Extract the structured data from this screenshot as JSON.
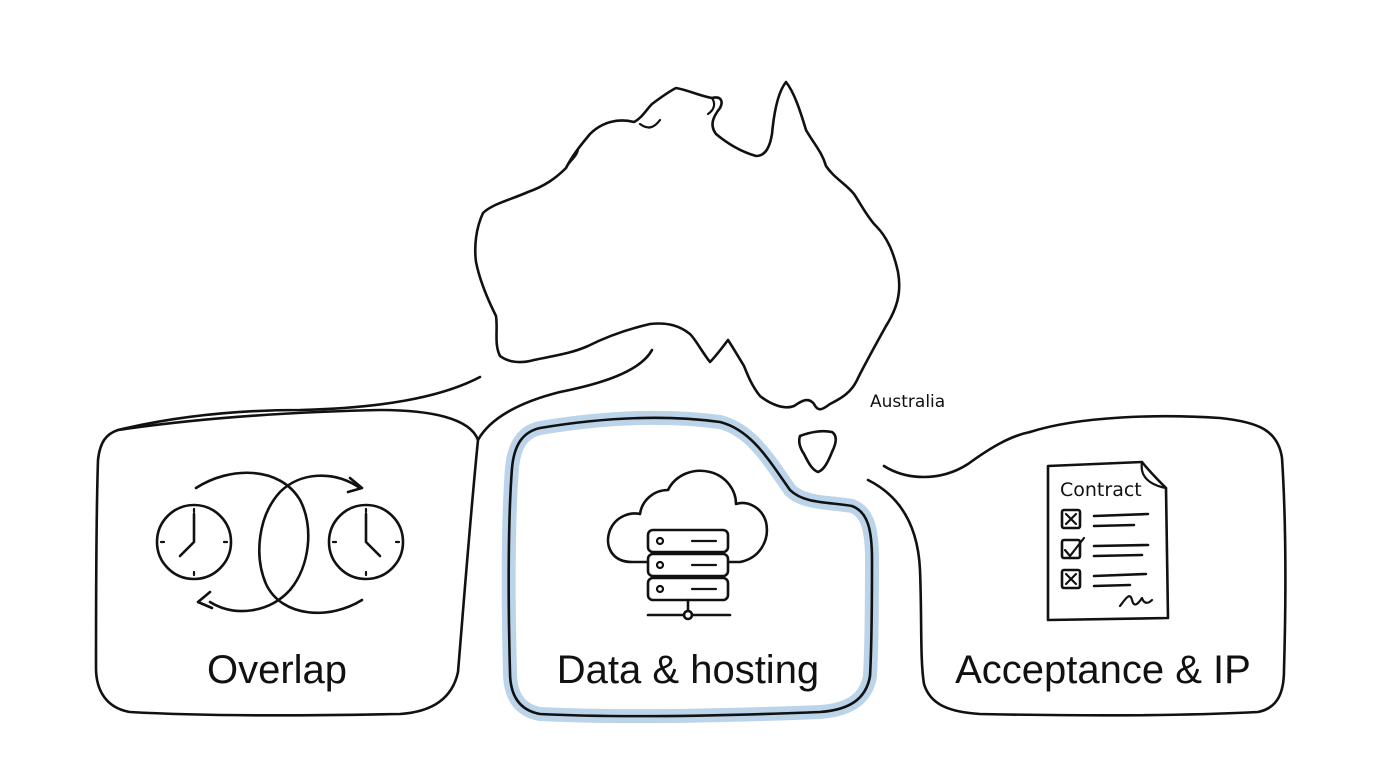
{
  "map": {
    "label": "Australia"
  },
  "panels": [
    {
      "id": "overlap",
      "label": "Overlap",
      "icon": "clocks-overlap-icon"
    },
    {
      "id": "data-hosting",
      "label": "Data & hosting",
      "icon": "cloud-server-icon",
      "highlighted": true
    },
    {
      "id": "acceptance-ip",
      "label": "Acceptance & IP",
      "icon": "contract-document-icon"
    }
  ],
  "contract": {
    "title": "Contract"
  },
  "colors": {
    "ink": "#111111",
    "highlight": "#bcd4ea",
    "background": "#ffffff"
  }
}
